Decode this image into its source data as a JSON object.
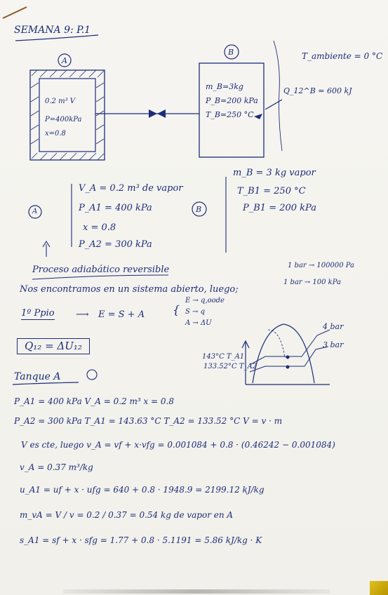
{
  "header": {
    "title": "SEMANA 9: P.1"
  },
  "diagram": {
    "tank_a_label": "A",
    "tank_b_label": "B",
    "tank_a_lines": [
      "0.2 m³ V",
      "P=400kPa",
      "x=0.8"
    ],
    "tank_b_lines": [
      "m_B=3kg",
      "P_B=200 kPa",
      "T_B=250 °C"
    ],
    "ambient": "T_ambiente = 0 °C",
    "heat": "Q_12^B = 600 kJ"
  },
  "given_a": {
    "label": "A",
    "lines": [
      "V_A = 0.2 m³ de vapor",
      "P_A1 = 400 kPa",
      "x = 0.8",
      "P_A2 = 300 kPa"
    ]
  },
  "given_b": {
    "label": "B",
    "lines": [
      "m_B = 3 kg vapor",
      "T_B1 = 250 °C",
      "P_B1 = 200 kPa"
    ]
  },
  "process": "Proceso adiabático reversible",
  "system": "Nos encontramos en un sistema abierto, luego;",
  "conversions": [
    "1 bar → 100000 Pa",
    "1 bar → 100 kPa"
  ],
  "first_law": {
    "lhs": "1º Ppio",
    "rhs": "E = S + A",
    "legend": [
      "E → q,oode",
      "S → q",
      "A → ΔU"
    ]
  },
  "result_box": "Q₁₂ = ΔU₁₂",
  "ts_diagram": {
    "p_high": "4 bar",
    "p_low": "3 bar",
    "t1": "143°C  T_A1",
    "t2": "133.52°C T_A2"
  },
  "tank_section": {
    "title": "Tanque A",
    "rows": [
      "P_A1 = 400 kPa      V_A = 0.2 m³      x = 0.8",
      "P_A2 = 300 kPa      T_A1 = 143.63 °C      T_A2 = 133.52 °C      V = v · m",
      "V es cte, luego   v_A = vf + x·vfg = 0.001084 + 0.8 · (0.46242 − 0.001084)",
      "v_A = 0.37 m³/kg",
      "u_A1 = uf + x · ufg = 640 + 0.8 · 1948.9 = 2199.12 kJ/kg",
      "m_vA = V / v = 0.2 / 0.37 = 0.54 kg de vapor en A",
      "s_A1 = sf + x · sfg = 1.77 + 0.8 · 5.1191 = 5.86 kJ/kg · K"
    ]
  },
  "colors": {
    "ink": "#1c2c7a",
    "paper": "#f4f3ee"
  }
}
